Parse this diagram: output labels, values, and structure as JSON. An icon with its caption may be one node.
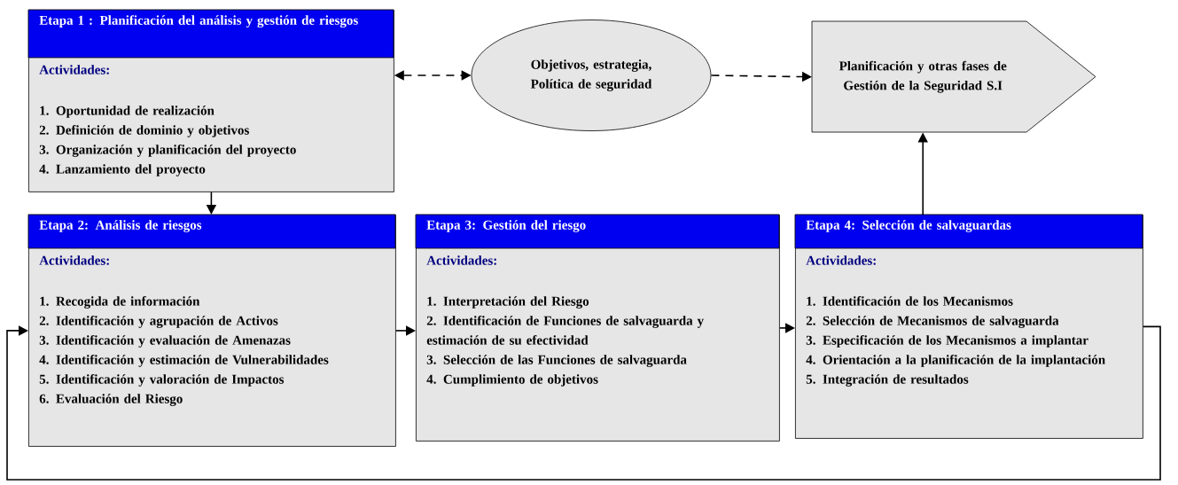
{
  "diagram": {
    "nodes": [
      {
        "text": [
          "Etapa 1 : Planificación del análisis y gestión de riesgos",
          "Actividades:",
          "1. Oportunidad de realización",
          "2. Definición de dominio y objetivos",
          "3. Organización y planificación del proyecto",
          "4. Lanzamiento del proyecto"
        ]
      },
      {
        "text": [
          "Objetivos, estrategia, Política de seguridad"
        ]
      },
      {
        "text": [
          "Planificación y otras fases de Gestión de la Seguridad S.I"
        ]
      },
      {
        "text": [
          "Etapa 2: Análisis de riesgos",
          "Actividades:",
          "1. Recogida de información",
          "2. Identificación y agrupación de Activos",
          "3. Identificación y evaluación de Amenazas",
          "4. Identificación y estimación de Vulnerabilidades",
          "5. Identificación y valoración de Impactos",
          "6. Evaluación del Riesgo"
        ]
      },
      {
        "text": [
          "Etapa 3: Gestión del riesgo",
          "Actividades:",
          "1. Interpretación del Riesgo",
          "2. Identificación de Funciones de salvaguarda y estimación de su efectividad",
          "3. Selección de las Funciones de salvaguarda",
          "4. Cumplimiento de objetivos"
        ]
      },
      {
        "text": [
          "Etapa 4: Selección de salvaguardas",
          "Actividades:",
          "1. Identificación de los Mecanismos",
          "2. Selección de Mecanismos de salvaguarda",
          "3. Especificación de los Mecanismos a implantar",
          "4. Orientación a la planificación de la implantación",
          "5. Integración de resultados"
        ]
      }
    ],
    "edges": [
      {
        "from": 0,
        "to": 1,
        "arrow": "both",
        "style": "dashed"
      },
      {
        "from": 1,
        "to": 2,
        "arrow": "to",
        "style": "dashed"
      },
      {
        "from": 0,
        "to": 3,
        "arrow": "to"
      },
      {
        "from": 3,
        "to": 4,
        "arrow": "to"
      },
      {
        "from": 4,
        "to": 5,
        "arrow": "to"
      },
      {
        "from": 5,
        "to": 2,
        "arrow": "to"
      },
      {
        "from": 5,
        "to": 3,
        "arrow": "to"
      }
    ]
  }
}
